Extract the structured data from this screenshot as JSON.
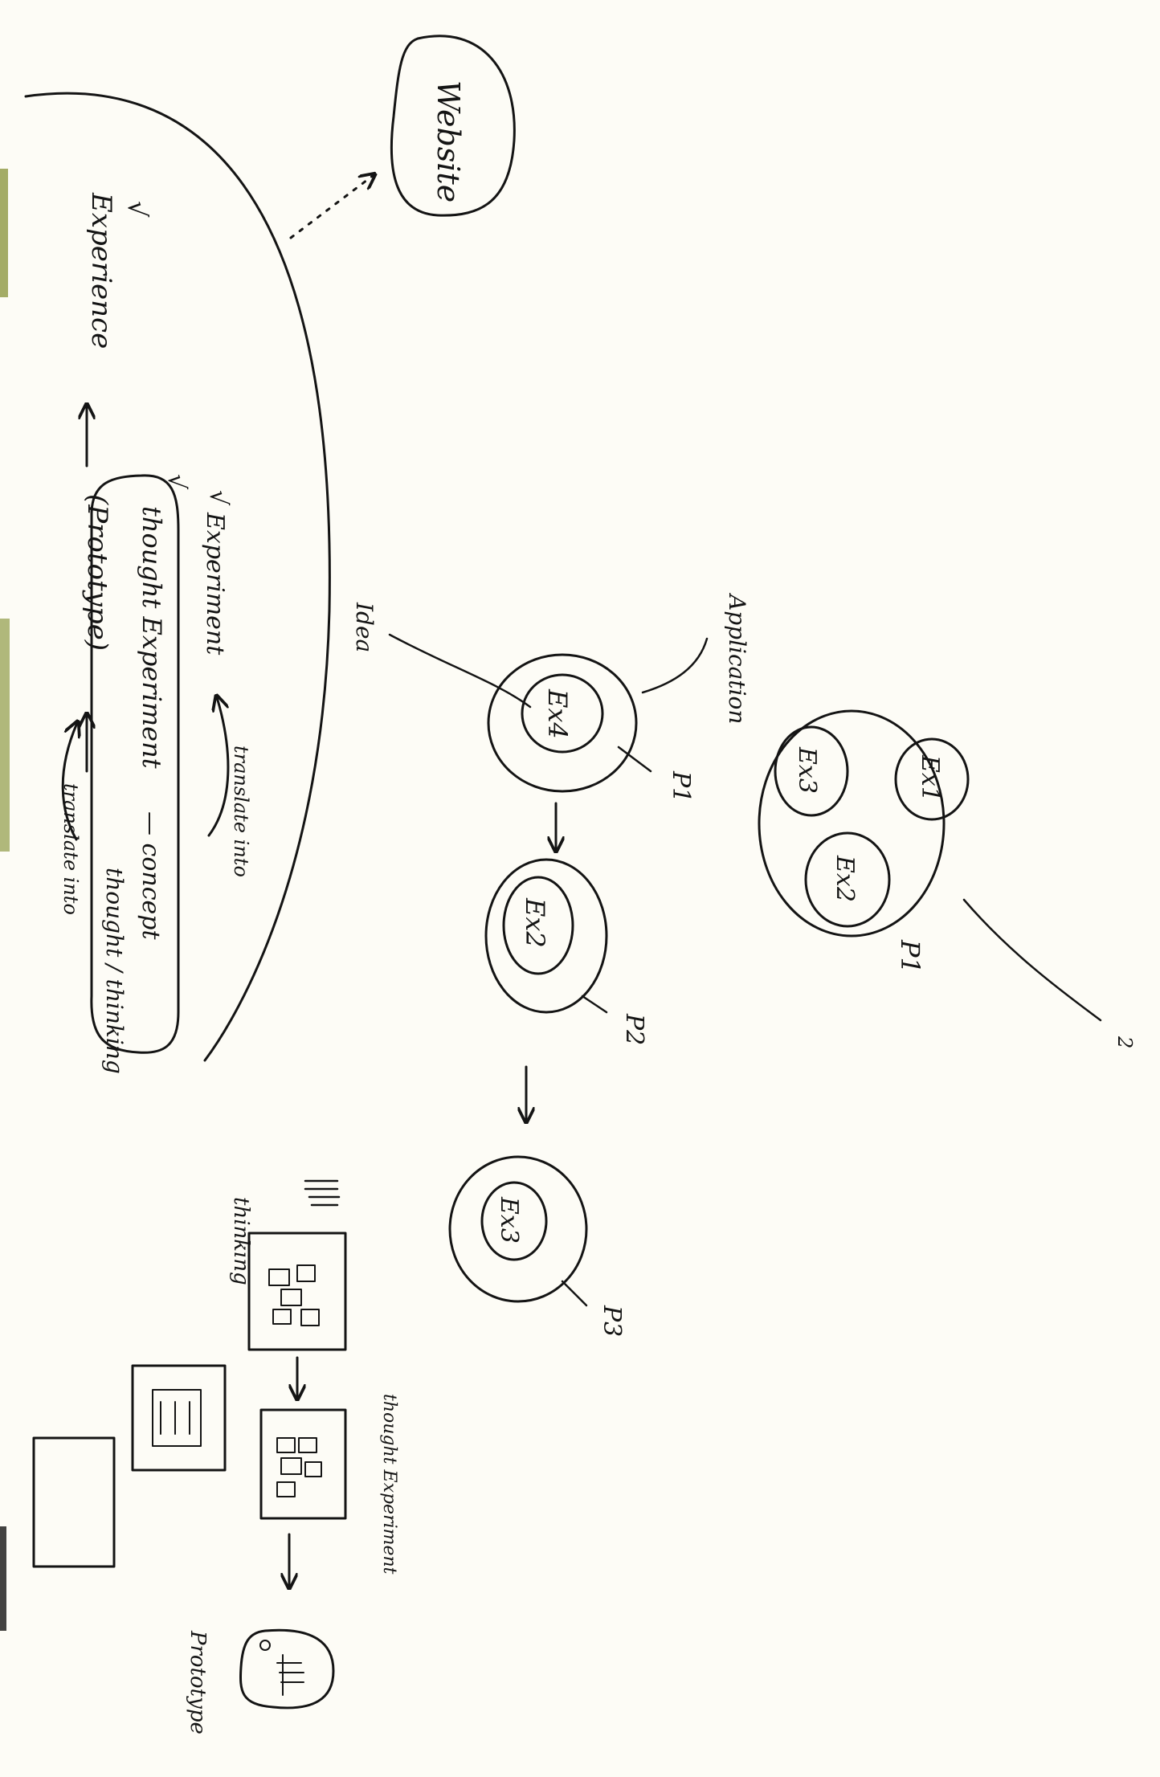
{
  "colors": {
    "paper": "#fdfcf6",
    "ink": "#141414",
    "edge_green": "#7d8a2a"
  },
  "sketch": {
    "website": "Website",
    "experience": "Experience",
    "experience_check": "√",
    "experiment_label": "Experiment",
    "experiment_check": "√",
    "thought_experiment": "thought Experiment",
    "thought_experiment_check": "√",
    "concept": "— concept",
    "thought_thinking": "thought / thinking",
    "prototype_paren": "(Prototype)",
    "translate_into_top": "translate into",
    "translate_into_bottom": "translate into",
    "idea": "Idea",
    "application": "Application",
    "process_chain": [
      {
        "inner": "Ex4",
        "label": "P1"
      },
      {
        "inner": "Ex2",
        "label": "P2"
      },
      {
        "inner": "Ex3",
        "label": "P3"
      }
    ],
    "group_circle": {
      "items": [
        "Ex1",
        "Ex3",
        "Ex2"
      ],
      "label": "P1",
      "tail": "2"
    },
    "mini_flow": {
      "thinking": "thinking",
      "thought_experiment": "thought Experiment",
      "prototype": "Prototype"
    }
  }
}
